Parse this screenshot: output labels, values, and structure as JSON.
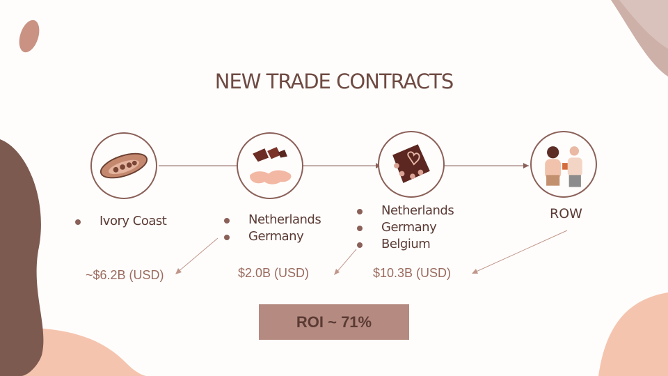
{
  "title": "NEW TRADE CONTRACTS",
  "stages": [
    {
      "icon": "cocoa-pod-icon",
      "countries": [
        "Ivory Coast"
      ],
      "value": "~$6.2B (USD)"
    },
    {
      "icon": "cocoa-chunks-icon",
      "countries": [
        "Netherlands",
        "Germany"
      ],
      "value": "$2.0B (USD)"
    },
    {
      "icon": "chocolate-box-icon",
      "countries": [
        "Netherlands",
        "Germany",
        "Belgium"
      ],
      "value": "$10.3B (USD)"
    },
    {
      "icon": "consumers-icon",
      "label": "ROW"
    }
  ],
  "roi": "ROI ~ 71%",
  "colors": {
    "accent": "#b58a80",
    "dark_brown": "#6e4a42",
    "blob_brown": "#7d5a50",
    "blob_peach": "#f5c4ae",
    "text": "#5a3b34"
  }
}
